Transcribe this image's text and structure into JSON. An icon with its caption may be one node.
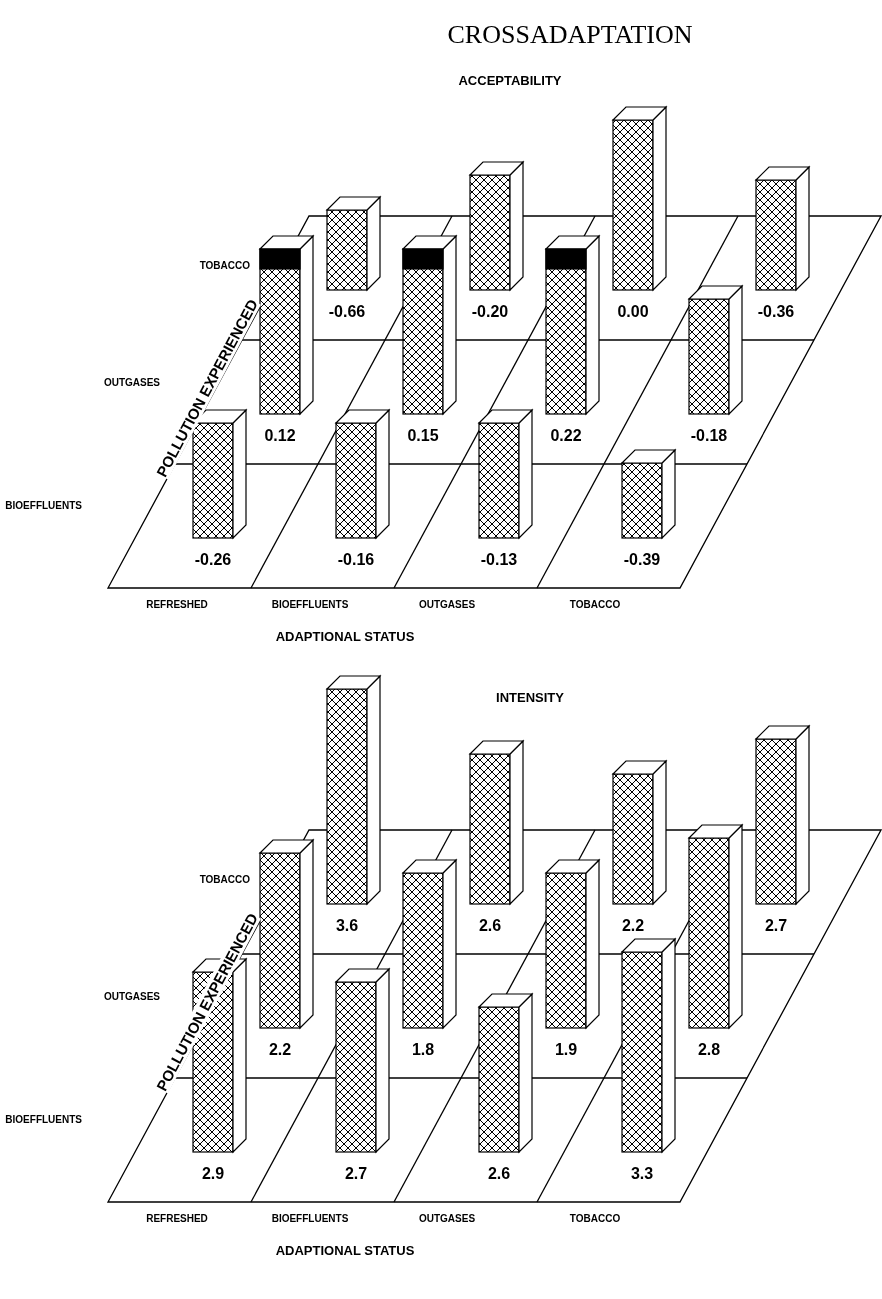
{
  "diagram": {
    "title": "CROSSADAPTATION",
    "labels": [
      "ACCEPTABILITY",
      "TOBACCO",
      "-0.66",
      "-0.20",
      "0.00",
      "-0.36",
      "OUTGASES",
      "0.12",
      "0.15",
      "0.22",
      "-0.18",
      "BIOEFFLUENTS",
      "-0.26",
      "-0.16",
      "-0.13",
      "-0.39",
      "POLLUTION EXPERIENCED",
      "REFRESHED",
      "BIOEFFLUENTS",
      "OUTGASES",
      "TOBACCO",
      "ADAPTIONAL STATUS",
      "INTENSITY",
      "TOBACCO",
      "3.6",
      "2.6",
      "2.2",
      "2.7",
      "OUTGASES",
      "2.2",
      "1.8",
      "1.9",
      "2.8",
      "BIOEFFLUENTS",
      "2.9",
      "2.7",
      "2.6",
      "3.3",
      "POLLUTION EXPERIENCED",
      "REFRESHED",
      "BIOEFFLUENTS",
      "OUTGASES",
      "TOBACCO",
      "ADAPTIONAL STATUS"
    ]
  }
}
